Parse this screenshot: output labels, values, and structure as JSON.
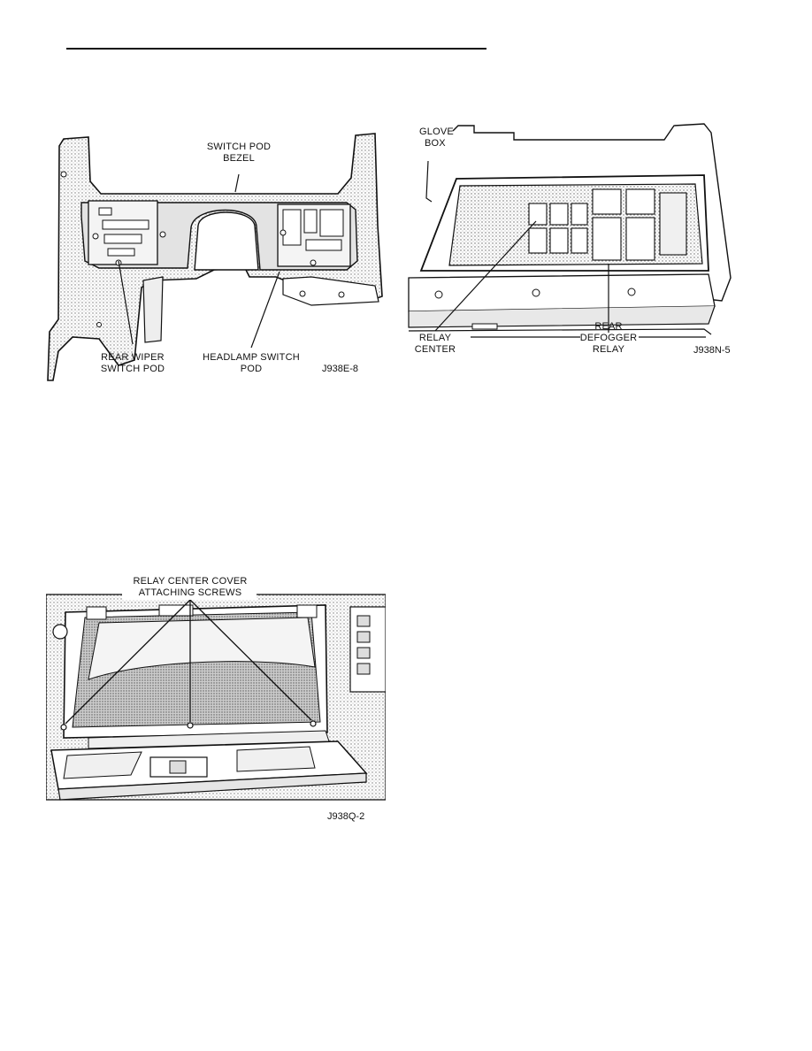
{
  "figures": {
    "fig1": {
      "code": "J938E-8",
      "labels": {
        "bezel_l1": "SWITCH POD",
        "bezel_l2": "BEZEL",
        "wiper_l1": "REAR WIPER",
        "wiper_l2": "SWITCH POD",
        "headlamp_l1": "HEADLAMP SWITCH",
        "headlamp_l2": "POD"
      }
    },
    "fig2": {
      "code": "J938N-5",
      "labels": {
        "glove_l1": "GLOVE",
        "glove_l2": "BOX",
        "relay_l1": "RELAY",
        "relay_l2": "CENTER",
        "defog_l1": "REAR",
        "defog_l2": "DEFOGGER",
        "defog_l3": "RELAY"
      }
    },
    "fig3": {
      "code": "J938Q-2",
      "labels": {
        "screws_l1": "RELAY CENTER COVER",
        "screws_l2": "ATTACHING SCREWS"
      }
    }
  }
}
